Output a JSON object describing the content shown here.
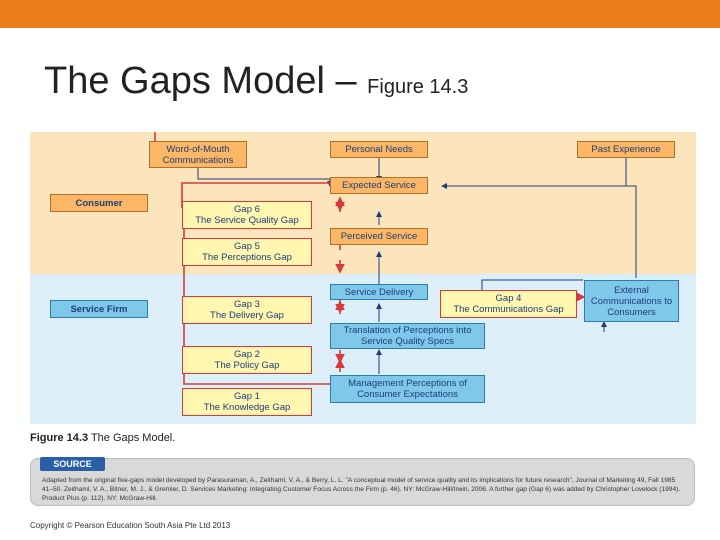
{
  "title": {
    "main": "The Gaps Model – ",
    "sub": "Figure 14.3"
  },
  "figure": {
    "boxes": {
      "wom": "Word-of-Mouth Communications",
      "personal_needs": "Personal Needs",
      "past_experience": "Past Experience",
      "expected_service": "Expected Service",
      "perceived_service": "Perceived Service",
      "consumer": "Consumer",
      "service_firm": "Service Firm",
      "service_delivery": "Service Delivery",
      "external_comms": "External Communications to Consumers",
      "translation": "Translation of Perceptions into Service Quality Specs",
      "management": "Management Perceptions of Consumer Expectations"
    },
    "gaps": [
      {
        "name": "Gap 6",
        "label": "The Service Quality Gap"
      },
      {
        "name": "Gap 5",
        "label": "The Perceptions Gap"
      },
      {
        "name": "Gap 3",
        "label": "The Delivery Gap"
      },
      {
        "name": "Gap 2",
        "label": "The Policy Gap"
      },
      {
        "name": "Gap 1",
        "label": "The Knowledge Gap"
      },
      {
        "name": "Gap 4",
        "label": "The Communications Gap"
      }
    ],
    "caption_num": "Figure 14.3",
    "caption_text": "The Gaps Model."
  },
  "source": {
    "badge": "SOURCE",
    "text": "Adapted from the original five-gaps model developed by Parasuraman, A., Zeithaml, V. A., & Berry, L. L. \"A conceptual model of service quality and its implications for future research\", Journal of Marketing 49, Fall 1985 41–50. Zeithaml, V. A., Bitner, M. J., & Gremler, D. Services Marketing: Integrating Customer Focus Across the Firm (p. 46). NY: McGraw-Hill/Irwin, 2006. A further gap (Gap 6) was added by Christopher Lovelock (1994). Product Plus (p. 112). NY: McGraw-Hill."
  },
  "copyright": "Copyright © Pearson Education South Asia Pte Ltd 2013",
  "colors": {
    "accent": "#ee7d1c",
    "consumer_band": "#fce4bc",
    "firm_band": "#dceef8",
    "gap_border": "#d63a3a",
    "connector": "#1d3d7a"
  }
}
